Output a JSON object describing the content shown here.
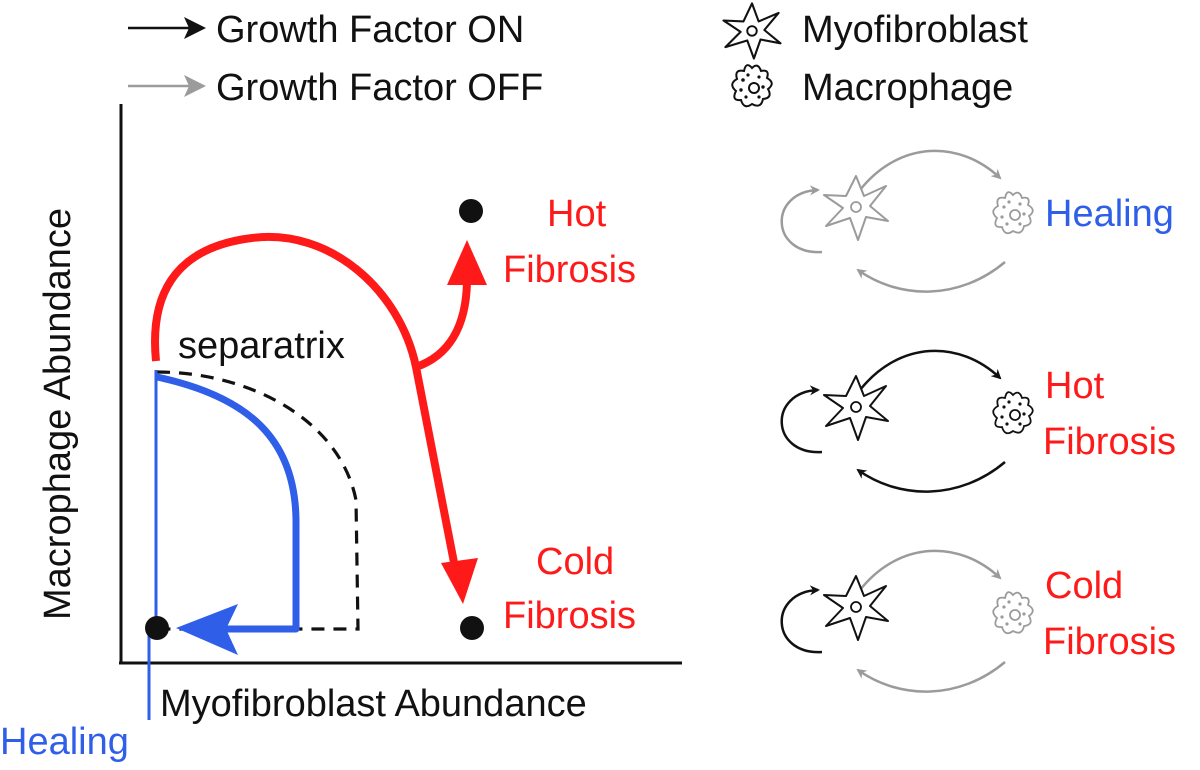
{
  "colors": {
    "ink": "#111111",
    "off_gray": "#9b9b9b",
    "fibrosis_red": "#ff1a1a",
    "healing_blue": "#2f5ee8"
  },
  "legend": {
    "on_label": "Growth Factor ON",
    "off_label": "Growth Factor OFF",
    "myofibroblast_label": "Myofibroblast",
    "macrophage_label": "Macrophage",
    "icons": [
      "myofibroblast-star-icon",
      "macrophage-cell-icon"
    ]
  },
  "plot": {
    "y_axis_title": "Macrophage Abundance",
    "x_axis_title": "Myofibroblast Abundance",
    "separatrix_label": "separatrix",
    "hot_fibrosis_label": [
      "Hot",
      "Fibrosis"
    ],
    "cold_fibrosis_label": [
      "Cold",
      "Fibrosis"
    ],
    "healing_label": "Healing"
  },
  "states": [
    {
      "name": "Healing",
      "label_lines": [
        "Healing"
      ],
      "label_color": "#2f5ee8",
      "myofibroblast_to_macrophage": "off",
      "macrophage_to_myofibroblast": "off",
      "myofibroblast_autocrine": "off",
      "macrophage_icon": "off"
    },
    {
      "name": "Hot Fibrosis",
      "label_lines": [
        "Hot",
        "Fibrosis"
      ],
      "label_color": "#ff1a1a",
      "myofibroblast_to_macrophage": "on",
      "macrophage_to_myofibroblast": "on",
      "myofibroblast_autocrine": "on",
      "macrophage_icon": "on"
    },
    {
      "name": "Cold Fibrosis",
      "label_lines": [
        "Cold",
        "Fibrosis"
      ],
      "label_color": "#ff1a1a",
      "myofibroblast_to_macrophage": "off",
      "macrophage_to_myofibroblast": "off",
      "myofibroblast_autocrine": "on",
      "macrophage_icon": "off"
    }
  ]
}
